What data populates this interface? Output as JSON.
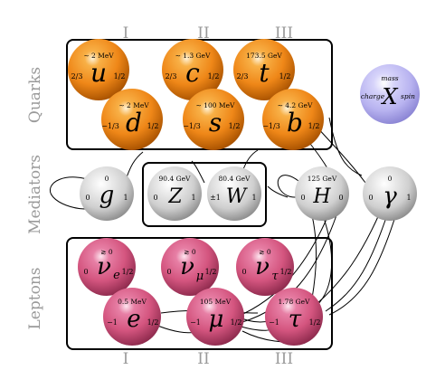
{
  "generations": {
    "top": [
      "I",
      "II",
      "III"
    ],
    "bottom": [
      "I",
      "II",
      "III"
    ]
  },
  "groups": {
    "quarks": "Quarks",
    "mediators": "Mediators",
    "leptons": "Leptons"
  },
  "legend": {
    "mass": "mass",
    "charge": "charge",
    "symbol": "X",
    "spin": "spin",
    "color": "#b9b4f0"
  },
  "colors": {
    "quark": "#f08a1c",
    "mediator": "#d4d4d4",
    "lepton": "#d65b88",
    "label_gray": "#9a9a9a"
  },
  "particles": {
    "u": {
      "symbol": "u",
      "sub": "",
      "mass": "∼ 2 MeV",
      "charge": "2/3",
      "spin": "1/2"
    },
    "c": {
      "symbol": "c",
      "sub": "",
      "mass": "∼ 1.3 GeV",
      "charge": "2/3",
      "spin": "1/2"
    },
    "t": {
      "symbol": "t",
      "sub": "",
      "mass": "173.5 GeV",
      "charge": "2/3",
      "spin": "1/2"
    },
    "d": {
      "symbol": "d",
      "sub": "",
      "mass": "∼ 2 MeV",
      "charge": "−1/3",
      "spin": "1/2"
    },
    "s": {
      "symbol": "s",
      "sub": "",
      "mass": "∼ 100 MeV",
      "charge": "−1/3",
      "spin": "1/2"
    },
    "b": {
      "symbol": "b",
      "sub": "",
      "mass": "∼ 4.2 GeV",
      "charge": "−1/3",
      "spin": "1/2"
    },
    "g": {
      "symbol": "g",
      "sub": "",
      "mass": "0",
      "charge": "0",
      "spin": "1"
    },
    "Z": {
      "symbol": "Z",
      "sub": "",
      "mass": "90.4 GeV",
      "charge": "0",
      "spin": "1"
    },
    "W": {
      "symbol": "W",
      "sub": "",
      "mass": "80.4 GeV",
      "charge": "±1",
      "spin": "1"
    },
    "H": {
      "symbol": "H",
      "sub": "",
      "mass": "125 GeV",
      "charge": "0",
      "spin": "0"
    },
    "gamma": {
      "symbol": "γ",
      "sub": "",
      "mass": "0",
      "charge": "0",
      "spin": "1"
    },
    "ve": {
      "symbol": "ν",
      "sub": "e",
      "mass": "≳ 0",
      "charge": "0",
      "spin": "1/2"
    },
    "vm": {
      "symbol": "ν",
      "sub": "μ",
      "mass": "≳ 0",
      "charge": "0",
      "spin": "1/2"
    },
    "vt": {
      "symbol": "ν",
      "sub": "τ",
      "mass": "≳ 0",
      "charge": "0",
      "spin": "1/2"
    },
    "e": {
      "symbol": "e",
      "sub": "",
      "mass": "0.5 MeV",
      "charge": "−1",
      "spin": "1/2"
    },
    "mu": {
      "symbol": "μ",
      "sub": "",
      "mass": "105 MeV",
      "charge": "−1",
      "spin": "1/2"
    },
    "tau": {
      "symbol": "τ",
      "sub": "",
      "mass": "1.78 GeV",
      "charge": "−1",
      "spin": "1/2"
    }
  }
}
